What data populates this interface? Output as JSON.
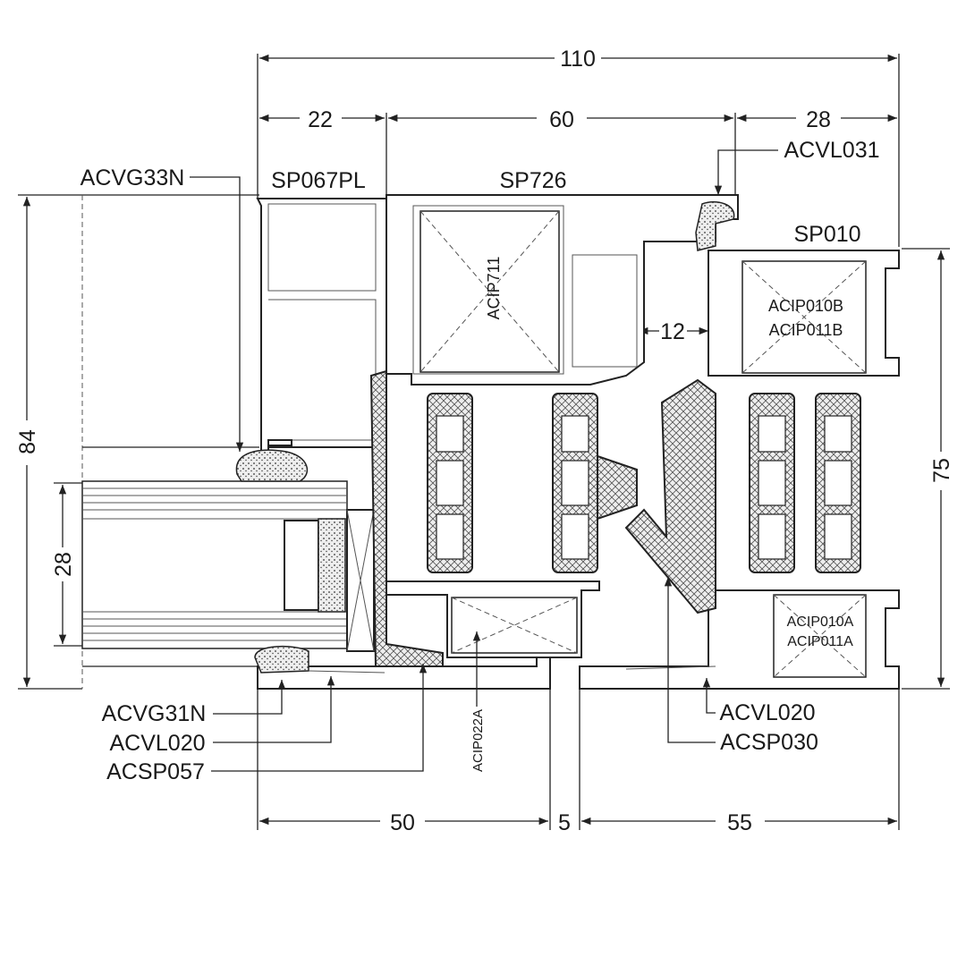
{
  "dimensions": {
    "overall_width": "110",
    "top_left": "22",
    "top_middle": "60",
    "top_right": "28",
    "overall_height": "84",
    "frame_height": "75",
    "glass_thickness": "28",
    "inner_gap": "12",
    "bottom_left": "50",
    "bottom_middle": "5",
    "bottom_right": "55"
  },
  "profiles": {
    "glazing_bead": "SP067PL",
    "sash": "SP726",
    "frame": "SP010"
  },
  "components": {
    "acvl031": "ACVL031",
    "acvg33n": "ACVG33N",
    "acip711": "ACIP711",
    "acip010b": "ACIP010B",
    "acip011b": "ACIP011B",
    "acip010a": "ACIP010A",
    "acip011a": "ACIP011A",
    "acip022a": "ACIP022A",
    "acvg31n": "ACVG31N",
    "acvl020_left": "ACVL020",
    "acsp057": "ACSP057",
    "acvl020_right": "ACVL020",
    "acsp030": "ACSP030"
  }
}
